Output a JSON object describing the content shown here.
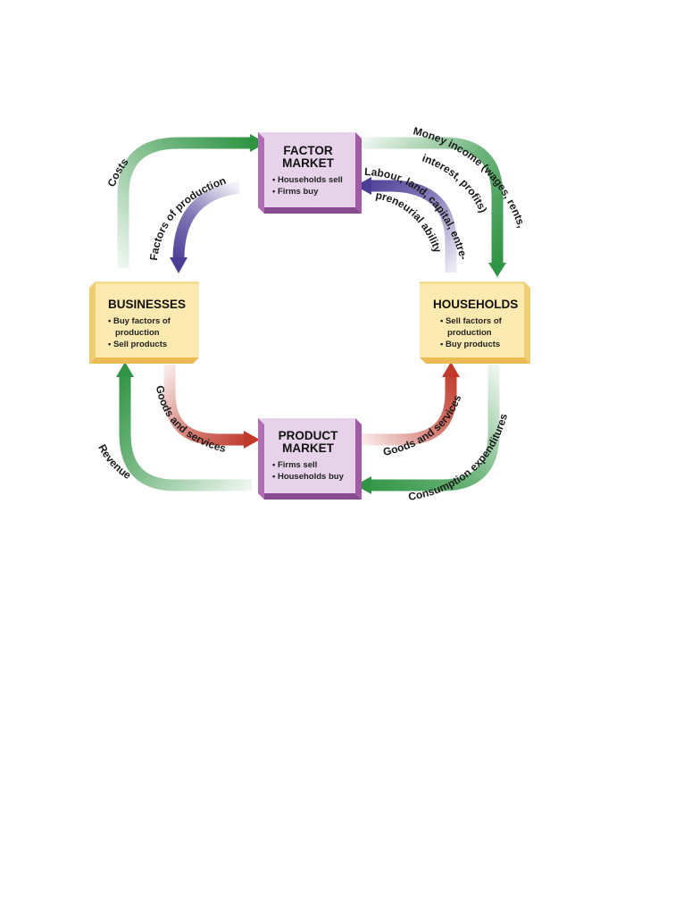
{
  "colors": {
    "market_front": "#e6d3ea",
    "market_side": "#a25aa6",
    "market_top": "#c8a1cd",
    "agent_front": "#fdeab0",
    "agent_side": "#f1cd72",
    "agent_top": "#f7dc93",
    "green": "#2f9443",
    "purple": "#4a3d96",
    "red": "#c0392b"
  },
  "factor_market": {
    "title_line1": "FACTOR",
    "title_line2": "MARKET",
    "items": [
      "• Households sell",
      "• Firms buy"
    ]
  },
  "product_market": {
    "title_line1": "PRODUCT",
    "title_line2": "MARKET",
    "items": [
      "• Firms sell",
      "• Households buy"
    ]
  },
  "businesses": {
    "title": "BUSINESSES",
    "items": [
      "• Buy factors of",
      "production",
      "• Sell products"
    ]
  },
  "households": {
    "title": "HOUSEHOLDS",
    "items": [
      "• Sell factors of",
      "production",
      "• Buy products"
    ]
  },
  "flows": {
    "costs": "Costs",
    "factors_of_production": "Factors of production",
    "money_income_1": "Money income (wages, rents,",
    "money_income_2": "interest, profits)",
    "labour_1": "Labour, land, capital, entre-",
    "labour_2": "preneurial ability",
    "goods_services_left": "Goods and services",
    "goods_services_right": "Goods and services",
    "revenue": "Revenue",
    "consumption": "Consumption expenditures"
  }
}
